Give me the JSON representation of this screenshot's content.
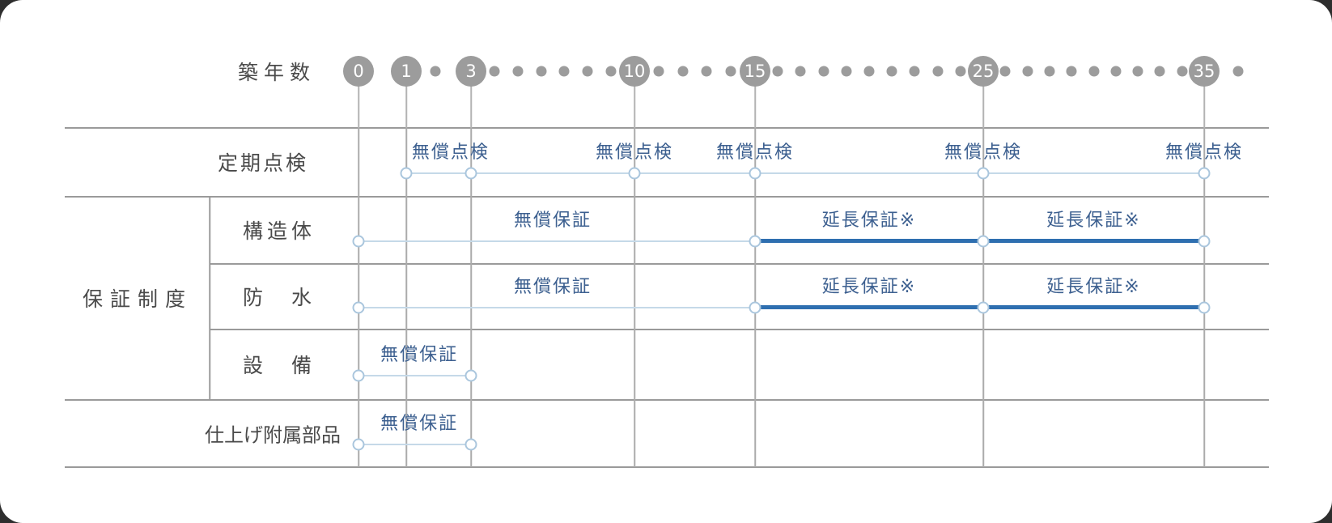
{
  "axis": {
    "title": "築年数",
    "years": [
      "0",
      "1",
      "3",
      "10",
      "15",
      "25",
      "35"
    ],
    "dot_years": [
      2,
      4,
      5,
      6,
      7,
      8,
      9,
      11,
      12,
      13,
      14,
      16,
      17,
      18,
      19,
      20,
      21,
      22,
      23,
      24,
      26,
      27,
      28,
      29,
      30,
      31,
      32,
      33,
      34,
      36
    ]
  },
  "warranty_group_label": "保証制度",
  "rows": [
    {
      "label": "定期点検",
      "light": {
        "from": 1,
        "to": 35
      },
      "thick": [],
      "markers": [
        1,
        3,
        10,
        15,
        25,
        35
      ],
      "labels": [
        {
          "text": "無償点検",
          "year": 2.43
        },
        {
          "text": "無償点検",
          "year": 10
        },
        {
          "text": "無償点検",
          "year": 15
        },
        {
          "text": "無償点検",
          "year": 25
        },
        {
          "text": "無償点検",
          "year": 35
        }
      ]
    },
    {
      "label": "構造体",
      "light": {
        "from": 0,
        "to": 15
      },
      "thick": [
        {
          "from": 15,
          "to": 25
        },
        {
          "from": 25,
          "to": 35
        }
      ],
      "markers": [
        0,
        15,
        25,
        35
      ],
      "labels": [
        {
          "text": "無償保証",
          "year": 6.5
        },
        {
          "text": "延長保証※",
          "year": 20
        },
        {
          "text": "延長保証※",
          "year": 30
        }
      ]
    },
    {
      "label": "防　水",
      "light": {
        "from": 0,
        "to": 15
      },
      "thick": [
        {
          "from": 15,
          "to": 25
        },
        {
          "from": 25,
          "to": 35
        }
      ],
      "markers": [
        0,
        15,
        25,
        35
      ],
      "labels": [
        {
          "text": "無償保証",
          "year": 6.5
        },
        {
          "text": "延長保証※",
          "year": 20
        },
        {
          "text": "延長保証※",
          "year": 30
        }
      ]
    },
    {
      "label": "設　備",
      "light": {
        "from": 0,
        "to": 3
      },
      "thick": [],
      "markers": [
        0,
        3
      ],
      "labels": [
        {
          "text": "無償保証",
          "year": 1.45
        }
      ]
    },
    {
      "label": "仕上げ附属部品",
      "light": {
        "from": 0,
        "to": 3
      },
      "thick": [],
      "markers": [
        0,
        3
      ],
      "labels": [
        {
          "text": "無償保証",
          "year": 1.45
        }
      ]
    }
  ],
  "colors": {
    "accent_blue": "#2e6fb0",
    "light_blue": "#c5d9e8",
    "label_blue": "#3d6090",
    "marker_ring": "#aac6dd",
    "dot_gray": "#9c9c9c",
    "text_gray": "#4a4a4a",
    "line_gray": "#9a9a9a"
  }
}
